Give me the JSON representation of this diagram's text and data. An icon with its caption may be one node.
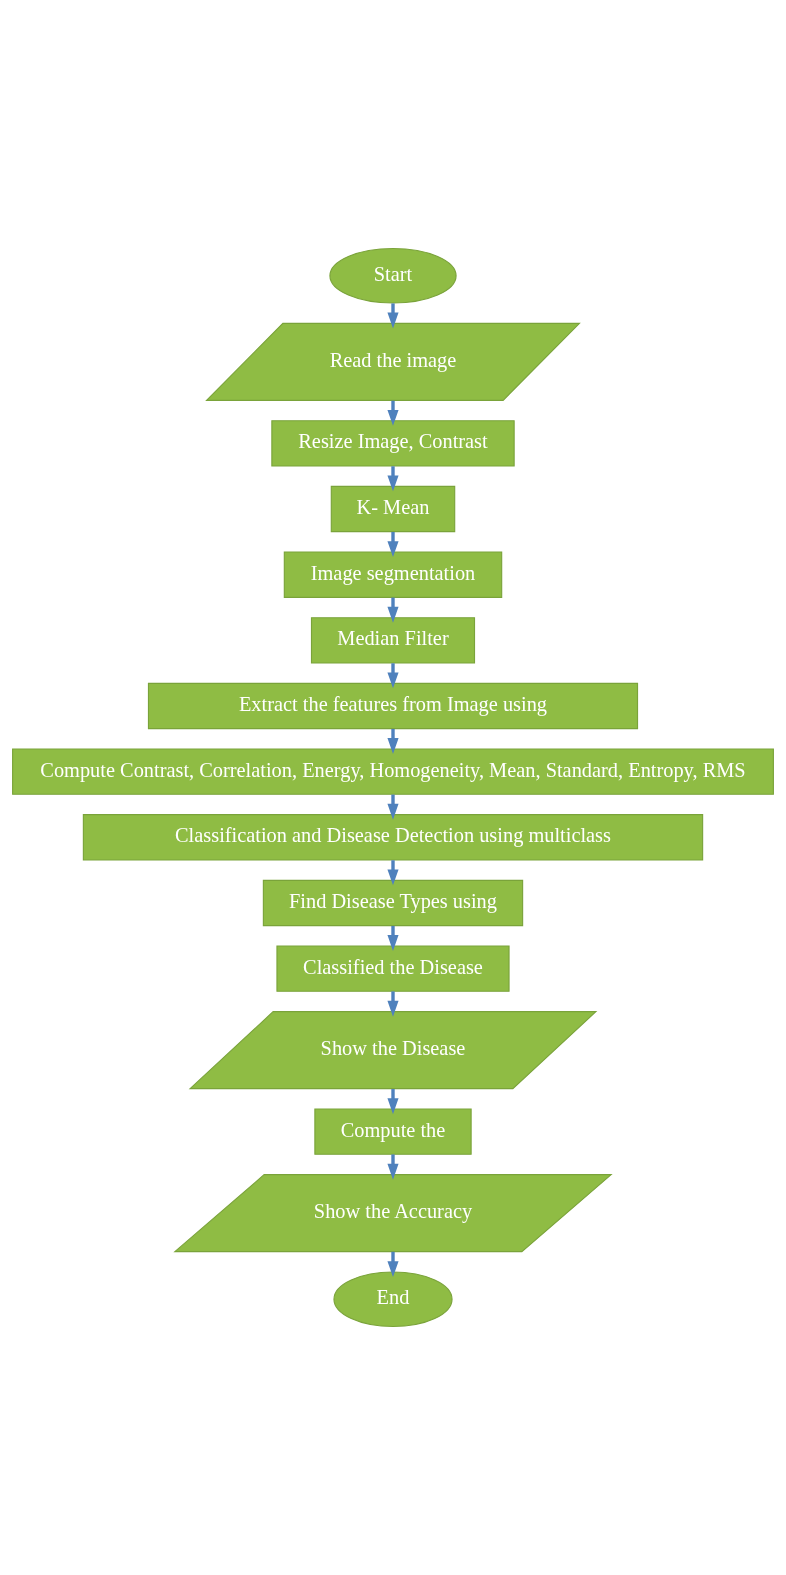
{
  "diagram": {
    "nodes": [
      {
        "text": [
          "Start"
        ]
      },
      {
        "text": [
          "Read the image"
        ]
      },
      {
        "text": [
          "Resize Image, Contrast"
        ]
      },
      {
        "text": [
          "K- Mean"
        ]
      },
      {
        "text": [
          "Image segmentation"
        ]
      },
      {
        "text": [
          "Median Filter"
        ]
      },
      {
        "text": [
          "Extract the features from Image using"
        ]
      },
      {
        "text": [
          "Compute Contrast, Correlation, Energy, Homogeneity, Mean, Standard, Entropy, RMS"
        ]
      },
      {
        "text": [
          "Classification and Disease Detection using multiclass"
        ]
      },
      {
        "text": [
          "Find Disease Types using"
        ]
      },
      {
        "text": [
          "Classified the Disease"
        ]
      },
      {
        "text": [
          "Show the Disease"
        ]
      },
      {
        "text": [
          "Compute the"
        ]
      },
      {
        "text": [
          "Show the Accuracy"
        ]
      },
      {
        "text": [
          "End"
        ]
      }
    ],
    "edges": [
      {
        "from": 0,
        "to": 1,
        "arrow": "to"
      },
      {
        "from": 1,
        "to": 2,
        "arrow": "to"
      },
      {
        "from": 2,
        "to": 3,
        "arrow": "to"
      },
      {
        "from": 3,
        "to": 4,
        "arrow": "to"
      },
      {
        "from": 4,
        "to": 5,
        "arrow": "to"
      },
      {
        "from": 5,
        "to": 6,
        "arrow": "to"
      },
      {
        "from": 6,
        "to": 7,
        "arrow": "to"
      },
      {
        "from": 7,
        "to": 8,
        "arrow": "to"
      },
      {
        "from": 8,
        "to": 9,
        "arrow": "to"
      },
      {
        "from": 9,
        "to": 10,
        "arrow": "to"
      },
      {
        "from": 10,
        "to": 11,
        "arrow": "to"
      },
      {
        "from": 11,
        "to": 12,
        "arrow": "to"
      },
      {
        "from": 12,
        "to": 13,
        "arrow": "to"
      },
      {
        "from": 13,
        "to": 14,
        "arrow": "to"
      }
    ]
  }
}
